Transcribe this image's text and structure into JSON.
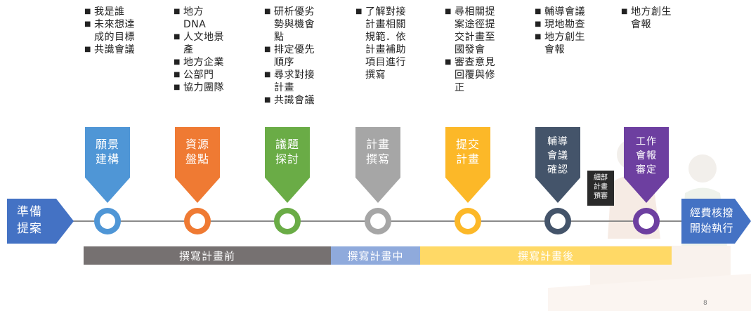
{
  "columns": [
    {
      "items": [
        "我是誰",
        "未來想達成的目標",
        "共識會議"
      ]
    },
    {
      "items": [
        "地方DNA",
        "人文地景產",
        "地方企業",
        "公部門",
        "協力團隊"
      ]
    },
    {
      "items": [
        "研析優劣勢與機會點",
        "排定優先順序",
        "尋求對接計畫",
        "共識會議"
      ]
    },
    {
      "items": [
        "了解對接計畫相關規範．依計畫補助項目進行撰寫"
      ]
    },
    {
      "items": [
        "尋相關提案途徑提交計畫至國發會",
        "審查意見回覆與修正"
      ]
    },
    {
      "items": [
        "輔導會議",
        "現地勘查",
        "地方創生會報"
      ]
    },
    {
      "items": [
        "地方創生會報"
      ]
    }
  ],
  "bullet_glyph": "■",
  "stages": [
    {
      "label1": "願景",
      "label2": "建構",
      "label3": "",
      "color": "#4f96d6"
    },
    {
      "label1": "資源",
      "label2": "盤點",
      "label3": "",
      "color": "#ef7a33"
    },
    {
      "label1": "議題",
      "label2": "探討",
      "label3": "",
      "color": "#6aac46"
    },
    {
      "label1": "計畫",
      "label2": "撰寫",
      "label3": "",
      "color": "#a6a6a6"
    },
    {
      "label1": "提交",
      "label2": "計畫",
      "label3": "",
      "color": "#fcb828"
    },
    {
      "label1": "輔導",
      "label2": "會議",
      "label3": "確認",
      "color": "#44546a"
    },
    {
      "label1": "工作",
      "label2": "會報",
      "label3": "審定",
      "color": "#6d3fa0"
    }
  ],
  "start": {
    "line1": "準備",
    "line2": "提案",
    "color": "#4472c4"
  },
  "end": {
    "line1": "經費核撥",
    "line2": "開始執行",
    "color": "#4472c4"
  },
  "detail_box": {
    "line1": "細部",
    "line2": "計畫",
    "line3": "預審"
  },
  "phases": [
    {
      "label": "撰寫計畫前",
      "color": "#767171"
    },
    {
      "label": "撰寫計畫中",
      "color": "#8faadc"
    },
    {
      "label": "撰寫計畫後",
      "color": "#ffd966"
    }
  ],
  "page_number": "8"
}
